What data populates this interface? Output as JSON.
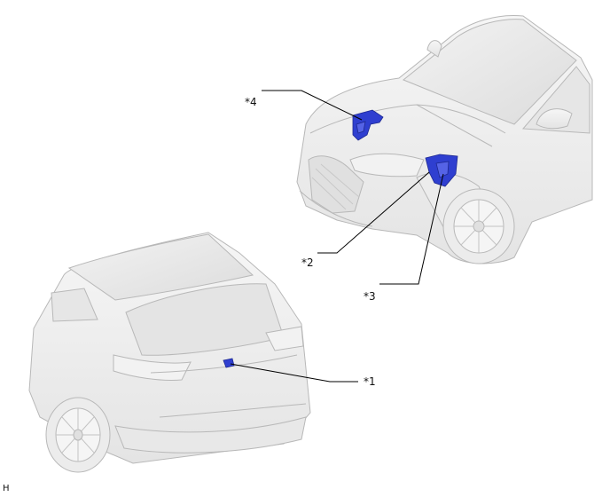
{
  "callouts": [
    {
      "id": "c1",
      "label": "*1"
    },
    {
      "id": "c2",
      "label": "*2"
    },
    {
      "id": "c3",
      "label": "*3"
    },
    {
      "id": "c4",
      "label": "*4"
    }
  ],
  "figure_code": "H",
  "colors": {
    "component_blue": "#2f3fd0",
    "vehicle_body": "#efefef",
    "vehicle_outline": "#b8b8b8",
    "leader_line": "#000000"
  },
  "icons": [
    "front-vehicle-illustration",
    "rear-vehicle-illustration"
  ]
}
